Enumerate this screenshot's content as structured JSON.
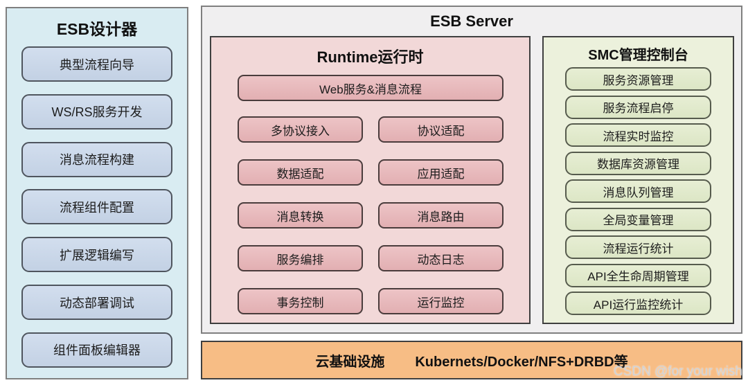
{
  "designer": {
    "title": "ESB设计器",
    "items": [
      "典型流程向导",
      "WS/RS服务开发",
      "消息流程构建",
      "流程组件配置",
      "扩展逻辑编写",
      "动态部署调试",
      "组件面板编辑器"
    ]
  },
  "server": {
    "title": "ESB Server",
    "runtime": {
      "title": "Runtime运行时",
      "full_width_item": "Web服务&消息流程",
      "rows": [
        [
          "多协议接入",
          "协议适配"
        ],
        [
          "数据适配",
          "应用适配"
        ],
        [
          "消息转换",
          "消息路由"
        ],
        [
          "服务编排",
          "动态日志"
        ],
        [
          "事务控制",
          "运行监控"
        ]
      ]
    },
    "smc": {
      "title": "SMC管理控制台",
      "items": [
        "服务资源管理",
        "服务流程启停",
        "流程实时监控",
        "数据库资源管理",
        "消息队列管理",
        "全局变量管理",
        "流程运行统计",
        "API全生命周期管理",
        "API运行监控统计"
      ]
    }
  },
  "infrastructure": {
    "label": "云基础设施",
    "tech": "Kubernets/Docker/NFS+DRBD等"
  },
  "watermark": "CSDN @for your wish",
  "colors": {
    "designer_panel_bg": "#d9ecf2",
    "designer_box_bg": "#c8d5e7",
    "server_panel_bg": "#f0eff0",
    "runtime_panel_bg": "#f2d8d8",
    "runtime_box_bg": "#e6b8ba",
    "smc_panel_bg": "#ecf1dc",
    "smc_box_bg": "#dfe8ca",
    "infra_bar_bg": "#f7bd85"
  }
}
